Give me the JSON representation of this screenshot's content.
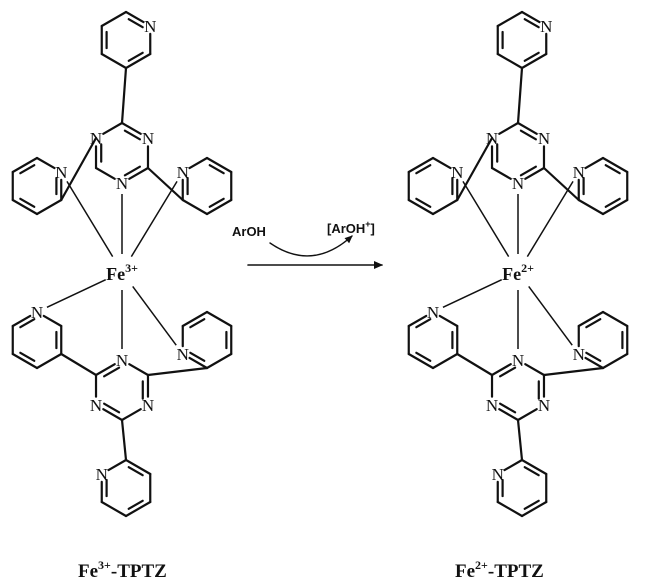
{
  "complexes": [
    {
      "metal_symbol": "Fe",
      "metal_charge": "3+",
      "caption_base": "Fe",
      "caption_charge": "3+",
      "caption_suffix": "-TPTZ"
    },
    {
      "metal_symbol": "Fe",
      "metal_charge": "2+",
      "caption_base": "Fe",
      "caption_charge": "2+",
      "caption_suffix": "-TPTZ"
    }
  ],
  "atom_label": "N",
  "reaction": {
    "reactant": "ArOH",
    "product_base": "[ArOH",
    "product_charge": "+",
    "product_close": "]"
  },
  "arrow_icon": "reaction-arrow-icon"
}
